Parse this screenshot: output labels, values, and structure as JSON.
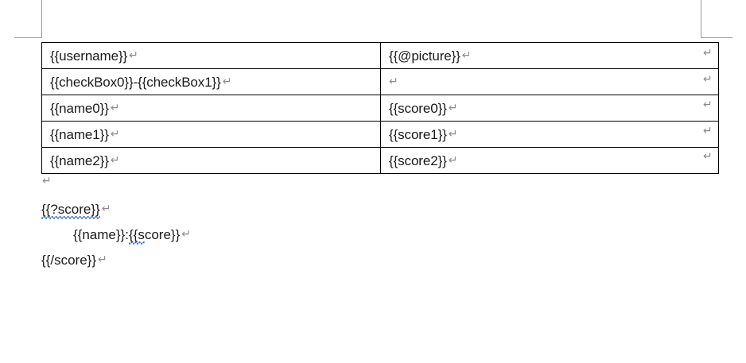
{
  "document": {
    "table": {
      "rows": [
        {
          "left": "{{username}}",
          "right": "{{@picture}}"
        },
        {
          "left": "{{checkBox0}}-{{checkBox1}}",
          "right": ""
        },
        {
          "left": "{{name0}}",
          "right": "{{score0}}"
        },
        {
          "left": "{{name1}}",
          "right": "{{score1}}"
        },
        {
          "left": "{{name2}}",
          "right": "{{score2}}"
        }
      ]
    },
    "body_lines": [
      {
        "text": "{{?score}}",
        "misspelled": "{{?score}}",
        "indented": false
      },
      {
        "text": "{{name}}:{{score}}",
        "misspelled": "{{s",
        "indented": true
      },
      {
        "text": "{{/score}}",
        "misspelled": "",
        "indented": false
      }
    ],
    "marks": {
      "paragraph_mark": "↵",
      "paragraph_mark_name": "pilcrow-icon"
    },
    "colors": {
      "text": "#1a1a1a",
      "mark": "#8c8c8c",
      "table_border": "#000000",
      "margin_guide": "#9a9a9a",
      "spellcheck_underline": "#3b6fd4",
      "page_background": "#ffffff"
    }
  }
}
